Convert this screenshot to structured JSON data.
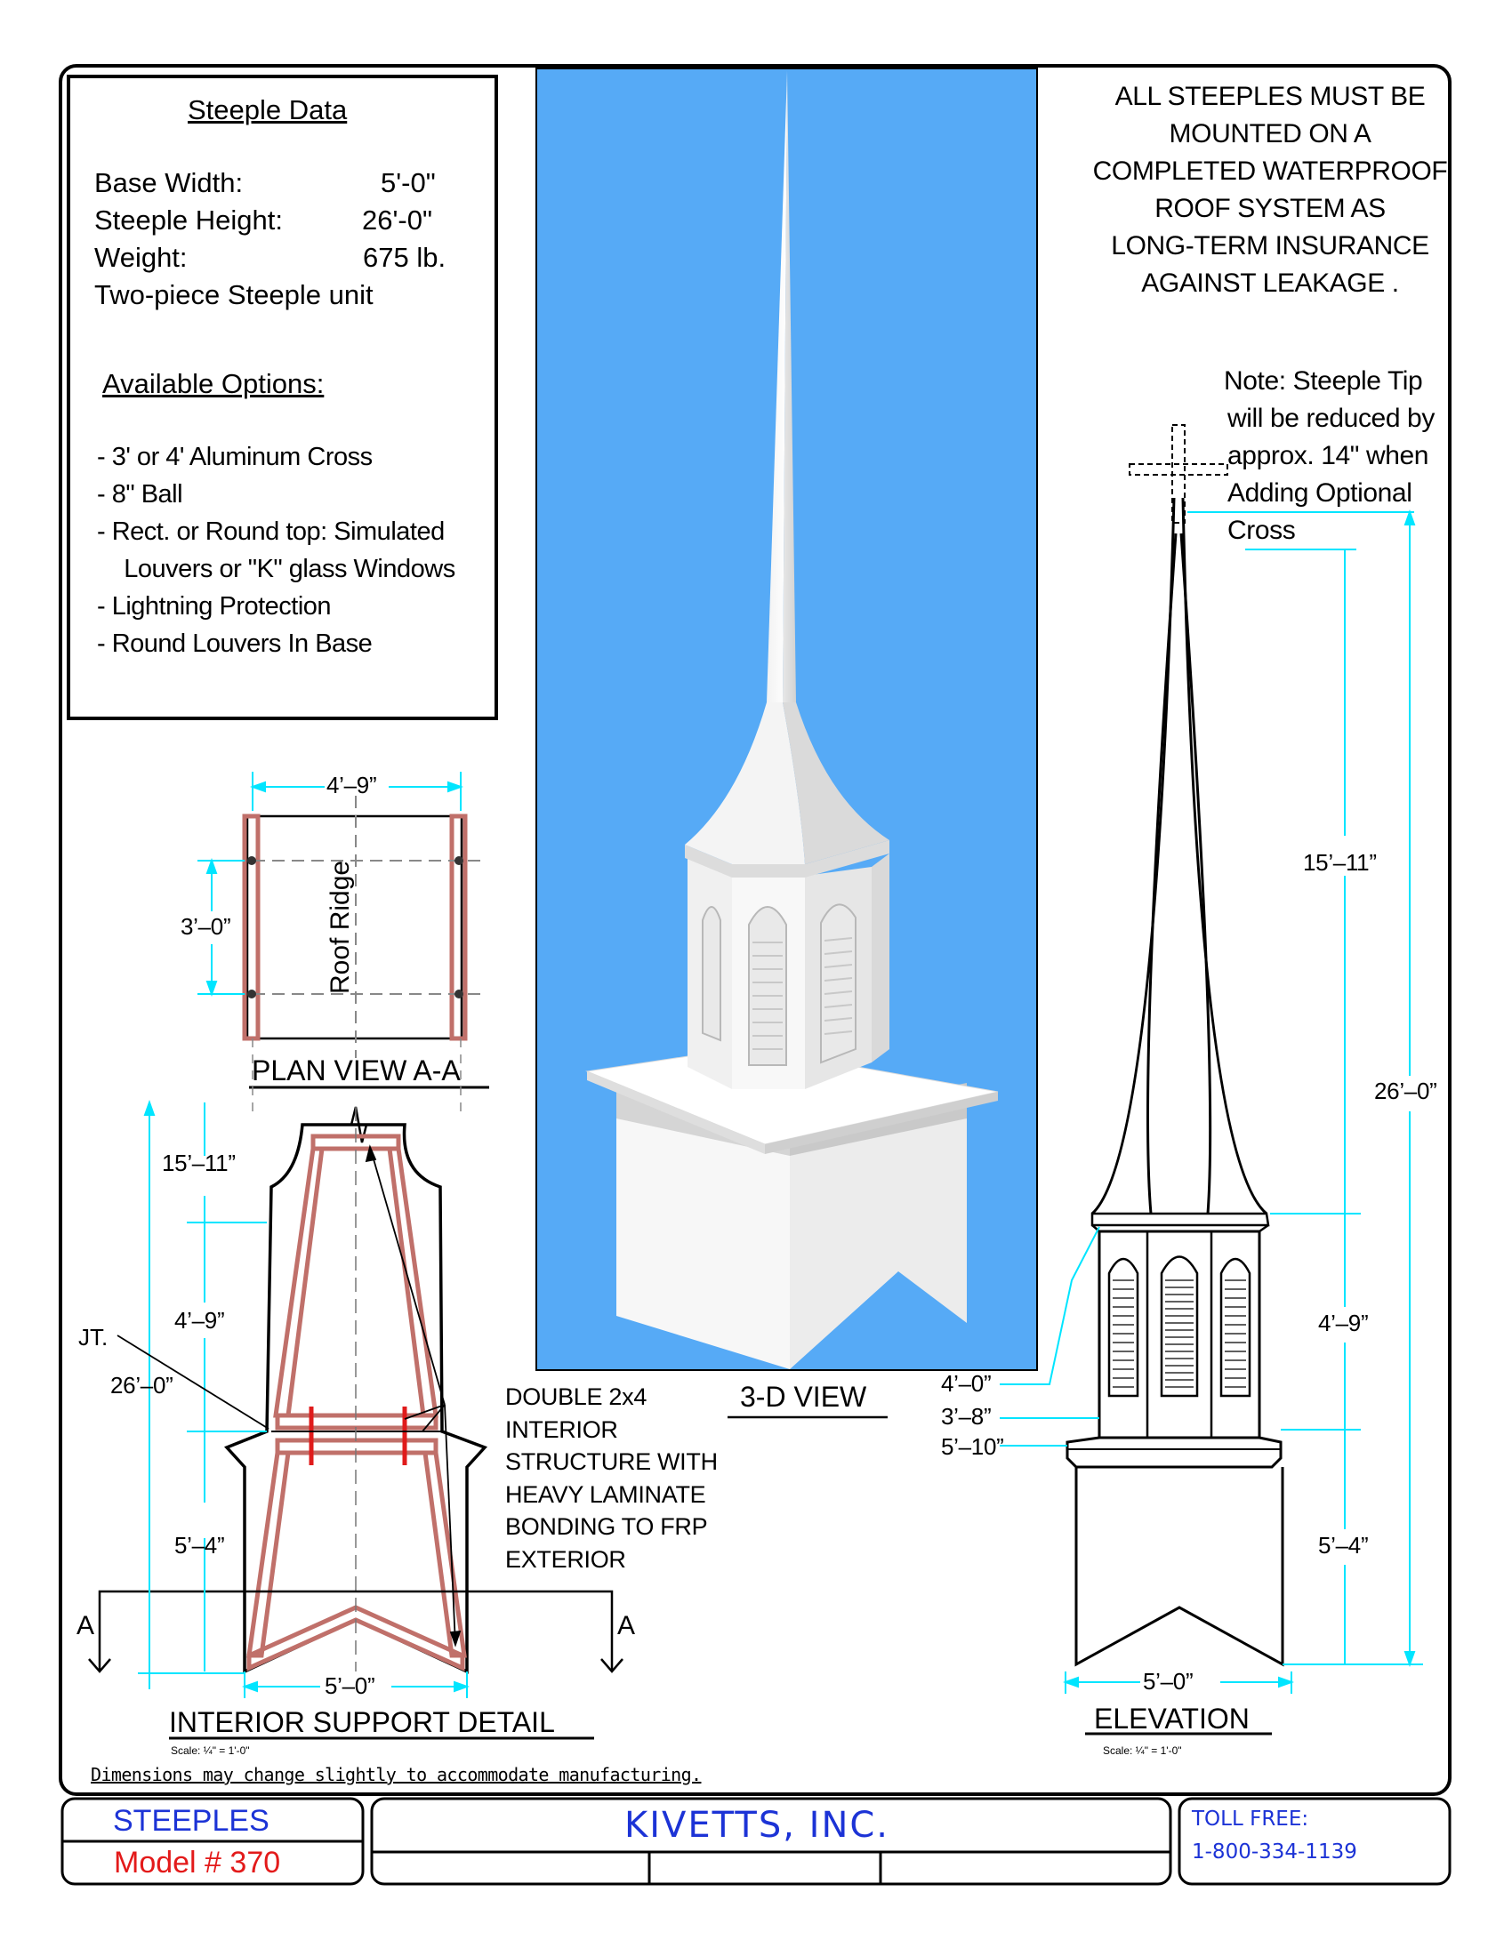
{
  "steeple_data": {
    "title": "Steeple Data",
    "rows": [
      {
        "label": "Base Width:",
        "value": "5'-0\""
      },
      {
        "label": "Steeple Height:",
        "value": "26'-0\""
      },
      {
        "label": "Weight:",
        "value": "675 lb."
      }
    ],
    "unit_note": "Two-piece Steeple unit",
    "options_title": "Available Options:",
    "options": [
      "-  3' or 4' Aluminum Cross",
      "-  8\" Ball",
      "-  Rect. or Round top: Simulated",
      "    Louvers or \"K\" glass Windows",
      "-  Lightning Protection",
      "-  Round Louvers In Base"
    ]
  },
  "notice": {
    "lines": [
      "ALL STEEPLES MUST BE",
      "MOUNTED ON A",
      "COMPLETED WATERPROOF",
      "ROOF SYSTEM AS",
      "LONG-TERM INSURANCE",
      "AGAINST LEAKAGE ."
    ]
  },
  "note": {
    "lines": [
      "Note:  Steeple Tip",
      "will be reduced by",
      "approx. 14\" when",
      "Adding Optional",
      "Cross"
    ]
  },
  "plan_view": {
    "title": "PLAN VIEW A-A",
    "width_dim": "4’–9”",
    "depth_dim": "3’–0”",
    "ridge_label": "Roof Ridge"
  },
  "interior_detail": {
    "title": "INTERIOR SUPPORT DETAIL",
    "scale": "Scale: ¼\" = 1'-0\"",
    "dims": {
      "top": "15’–11”",
      "mid": "4’–9”",
      "total": "26’–0”",
      "base": "5’–4”",
      "width": "5’–0”"
    },
    "joint_label": "JT.",
    "section_mark": "A",
    "callout": [
      "DOUBLE 2x4",
      "INTERIOR",
      "STRUCTURE WITH",
      "HEAVY LAMINATE",
      "BONDING TO FRP",
      "EXTERIOR"
    ]
  },
  "view_3d": {
    "title": "3-D VIEW"
  },
  "elevation": {
    "title": "ELEVATION",
    "scale": "Scale: ¼\" = 1'-0\"",
    "dims": {
      "spire": "15’–11”",
      "total": "26’–0”",
      "belfry": "4’–9”",
      "base": "5’–4”",
      "width": "5’–0”",
      "w1": "4’–0”",
      "w2": "3’–8”",
      "w3": "5’–10”"
    }
  },
  "disclaimer": "Dimensions may change slightly to accommodate manufacturing.",
  "title_block": {
    "category": "STEEPLES",
    "model": "Model # 370",
    "company": "KIVETTS, INC.",
    "toll_free_label": "TOLL FREE:",
    "phone": "1-800-334-1139"
  },
  "colors": {
    "sky": "#56aaf6",
    "dimension": "#00e5ff",
    "framing": "#c0706a",
    "framing_dark": "#8c3b37",
    "accent_red": "#e01b1b",
    "title_blue": "#1c33d6",
    "title_red": "#e31a1a"
  }
}
